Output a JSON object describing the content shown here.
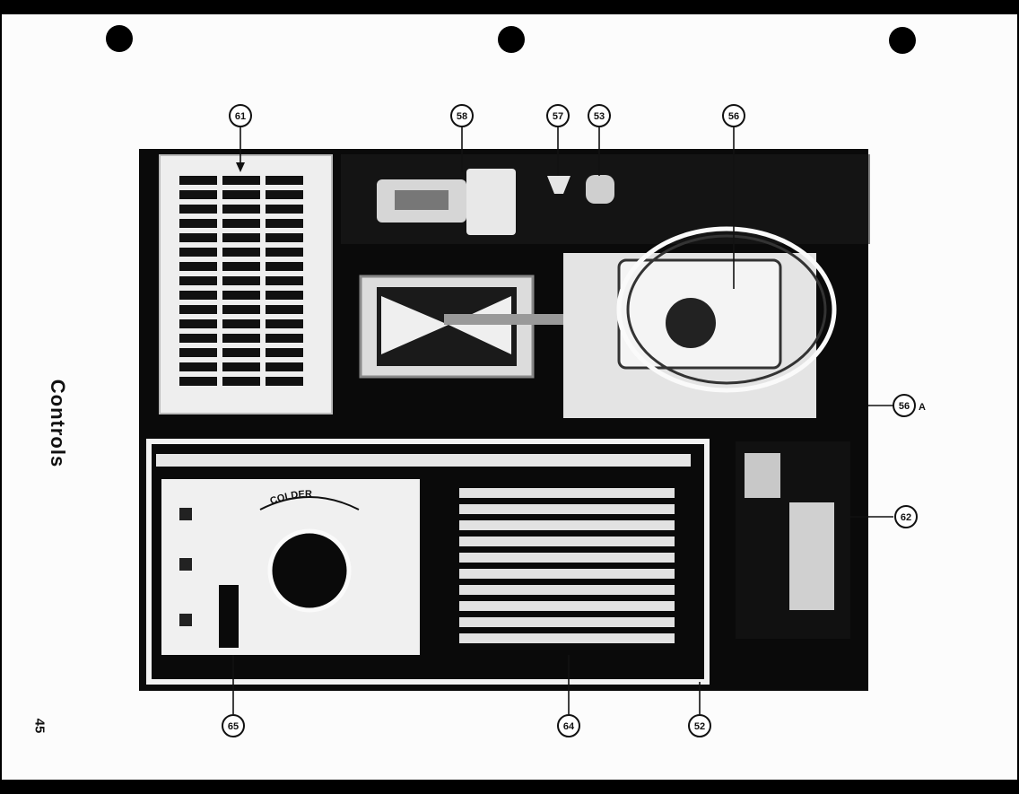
{
  "page": {
    "side_title": "Controls",
    "page_number": "45"
  },
  "callouts": {
    "c61": "61",
    "c58": "58",
    "c57": "57",
    "c53": "53",
    "c56": "56",
    "c56a": "56",
    "c56a_suffix": "A",
    "c62": "62",
    "c65": "65",
    "c64": "64",
    "c52": "52"
  },
  "dial": {
    "text": "COLDER"
  },
  "colors": {
    "sheet": "#fcfcfc",
    "photo_dark": "#0a0a0a",
    "ink": "#111111"
  }
}
